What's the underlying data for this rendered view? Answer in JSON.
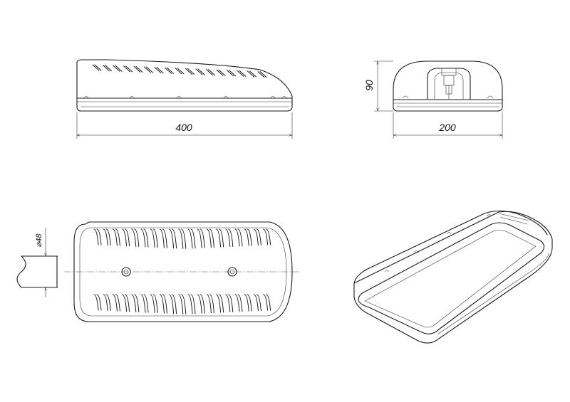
{
  "dimensions": {
    "side_length": "400",
    "front_height": "90",
    "front_width": "200",
    "mount_diameter": "⌀48"
  },
  "colors": {
    "line": "#1a1a1a",
    "background": "#ffffff"
  }
}
